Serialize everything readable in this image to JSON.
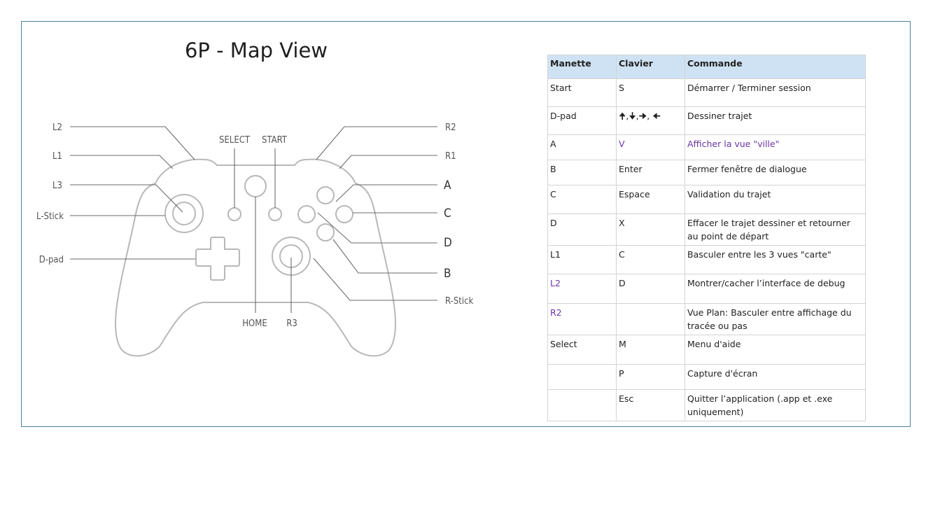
{
  "title": "6P - Map View",
  "colors": {
    "border": "#4a82a6",
    "header_bg": "#cfe2f3",
    "highlight_text": "#6b35a5",
    "controller_outline": "#b8b8b8"
  },
  "controller_labels": {
    "l2": "L2",
    "l1": "L1",
    "l3": "L3",
    "l_stick": "L-Stick",
    "d_pad": "D-pad",
    "select": "SELECT",
    "start": "START",
    "home": "HOME",
    "r3": "R3",
    "r2": "R2",
    "r1": "R1",
    "a": "A",
    "c": "C",
    "d": "D",
    "b": "B",
    "r_stick": "R-Stick"
  },
  "table": {
    "headers": [
      "Manette",
      "Clavier",
      "Commande"
    ],
    "rows": [
      {
        "manette": "Start",
        "clavier": "S",
        "commande": "Démarrer / Terminer session",
        "highlight": []
      },
      {
        "manette": "D-pad",
        "clavier": "🠉,🠋,🠊, 🠈",
        "commande": "Dessiner trajet",
        "highlight": []
      },
      {
        "manette": "A",
        "clavier": "V",
        "commande": "Afficher la vue \"ville\"",
        "highlight": [
          "clavier",
          "commande"
        ]
      },
      {
        "manette": "B",
        "clavier": "Enter",
        "commande": "Fermer fenêtre de dialogue",
        "highlight": []
      },
      {
        "manette": "C",
        "clavier": "Espace",
        "commande": "Validation du trajet",
        "highlight": []
      },
      {
        "manette": "D",
        "clavier": "X",
        "commande": "Effacer le trajet dessiner et retourner au point de départ",
        "highlight": []
      },
      {
        "manette": "L1",
        "clavier": "C",
        "commande": "Basculer entre les 3 vues \"carte\"",
        "highlight": []
      },
      {
        "manette": "L2",
        "clavier": "D",
        "commande": "Montrer/cacher l’interface de debug",
        "highlight": [
          "manette"
        ]
      },
      {
        "manette": "R2",
        "clavier": "",
        "commande": "Vue Plan: Basculer entre affichage du tracée ou pas",
        "highlight": [
          "manette"
        ]
      },
      {
        "manette": "Select",
        "clavier": "M",
        "commande": "Menu d'aide",
        "highlight": []
      },
      {
        "manette": "",
        "clavier": "P",
        "commande": "Capture d'écran",
        "highlight": []
      },
      {
        "manette": "",
        "clavier": "Esc",
        "commande": "Quitter l’application (.app et .exe uniquement)",
        "highlight": []
      }
    ]
  }
}
